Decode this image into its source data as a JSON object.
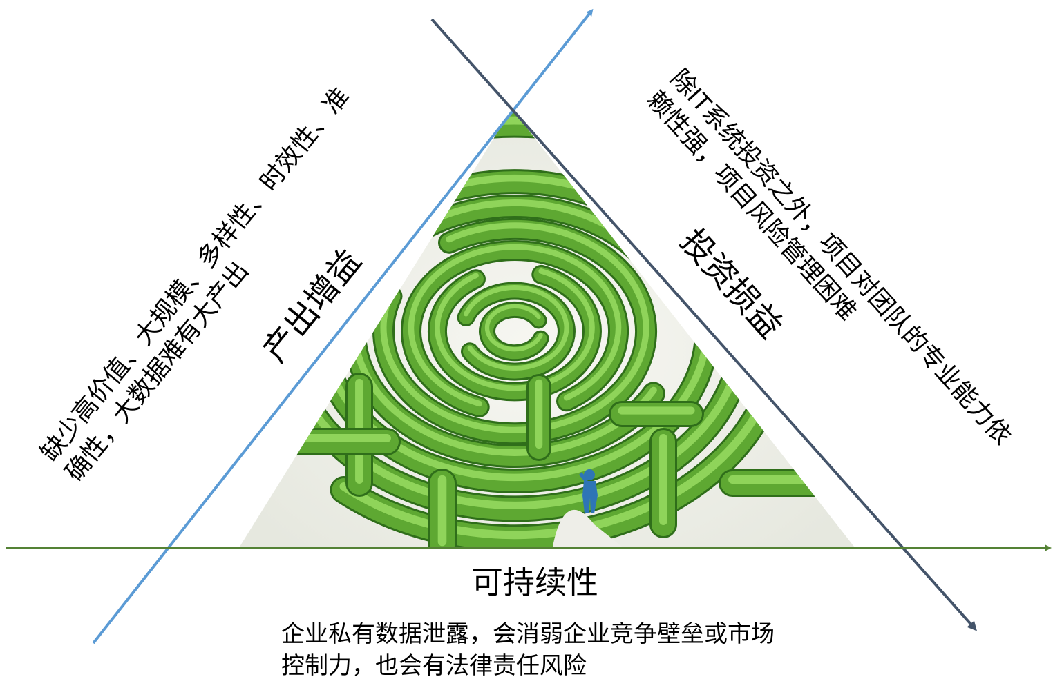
{
  "diagram": {
    "left_axis": {
      "heading": "产出增益",
      "description_line1": "缺少高价值、大规模、多样性、时效性、准",
      "description_line2": "确性，大数据难有大产出"
    },
    "right_axis": {
      "heading": "投资损益",
      "description_line1": "除IT系统投资之外，项目对团队的专业能力依",
      "description_line2": "赖性强，项目风险管理困难"
    },
    "bottom_axis": {
      "heading": "可持续性",
      "description_line1": "企业私有数据泄露，会消弱企业竞争壁垒或市场",
      "description_line2": "控制力，也会有法律责任风险"
    },
    "center_image": {
      "icon": "hedge-maze-with-person"
    },
    "colors": {
      "left_arrow": "#5b9bd5",
      "right_arrow": "#44546a",
      "bottom_arrow": "#548235",
      "hedge": "#5ea832",
      "hedge_light": "#8fd45a",
      "hedge_dark": "#2f6e1a",
      "path": "#eeeee8",
      "person": "#2e75b6"
    }
  }
}
